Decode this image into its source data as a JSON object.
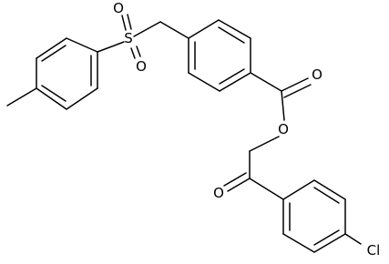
{
  "molecule": {
    "atoms": {
      "sulfur": "S",
      "sulfonyl_oxygen_top": "O",
      "sulfonyl_oxygen_bottom": "O",
      "carbonyl_oxygen_ester": "O",
      "ester_oxygen": "O",
      "ketone_oxygen": "O",
      "chlorine": "Cl"
    }
  }
}
